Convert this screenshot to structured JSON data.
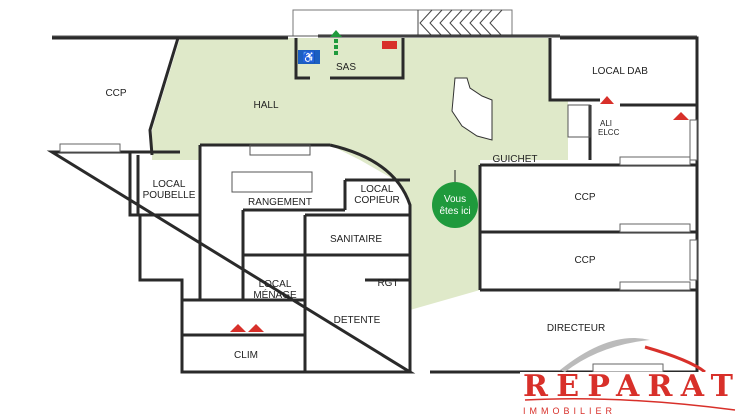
{
  "rooms": {
    "sas": "SAS",
    "hall": "HALL",
    "ccp_top_left": "CCP",
    "local_dab": "LOCAL DAB",
    "ali": "ALI",
    "elcc": "ELCC",
    "guichet": "GUICHET",
    "local_poubelle_1": "LOCAL",
    "local_poubelle_2": "POUBELLE",
    "rangement": "RANGEMENT",
    "local_copieur_1": "LOCAL",
    "local_copieur_2": "COPIEUR",
    "ccp_right_1": "CCP",
    "ccp_right_2": "CCP",
    "sanitaire": "SANITAIRE",
    "local_menage_1": "LOCAL",
    "local_menage_2": "MÉNAGE",
    "rgt": "RGT",
    "detente": "DETENTE",
    "clim": "CLIM",
    "directeur": "DIRECTEUR"
  },
  "marker": {
    "line1": "Vous",
    "line2": "êtes ici",
    "color": "#1f9a3c"
  },
  "logo": {
    "name": "REPARAT",
    "tagline": "IMMOBILIER",
    "color": "#d8302a"
  },
  "colors": {
    "hall": "#dfe9c9",
    "walls": "#2a2a2a",
    "accessibility": "#1b5fc1",
    "warning": "#d8302a"
  },
  "icons": [
    "accessibility-icon",
    "exit-arrow-icon",
    "fire-alarm-icon",
    "fire-extinguisher-icon"
  ]
}
